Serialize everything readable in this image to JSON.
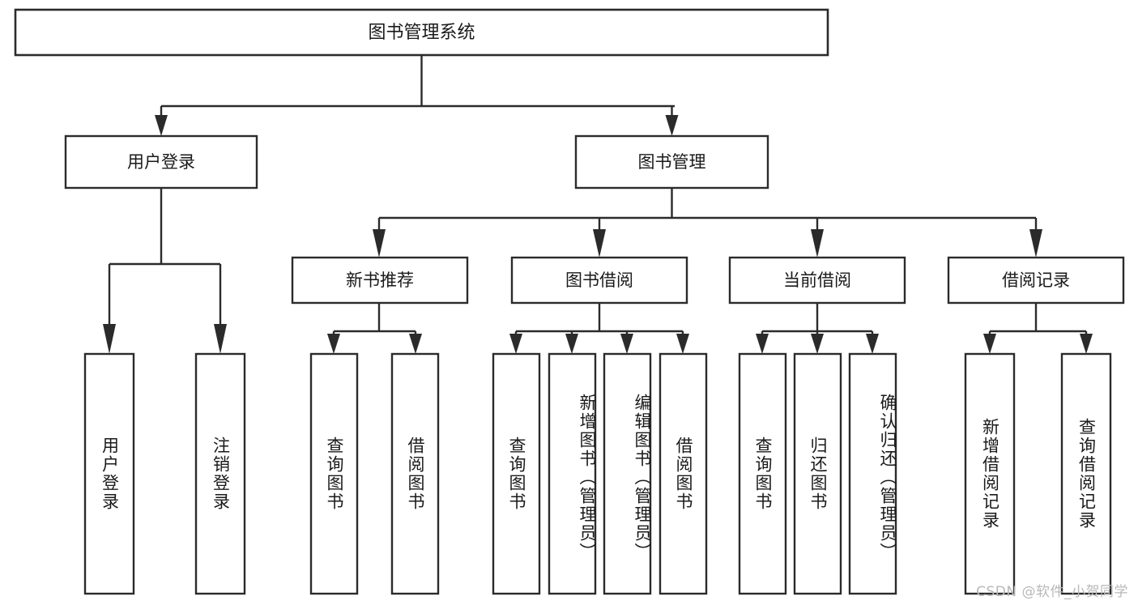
{
  "diagram": {
    "type": "tree-hierarchy-chart",
    "title": "图书管理系统",
    "orientation": "top-down",
    "colors": {
      "box_stroke": "#2b2b2b",
      "box_fill": "#ffffff",
      "text": "#1a1a1a",
      "connector": "#2b2b2b",
      "background": "#ffffff",
      "watermark": "#b8b8b8"
    },
    "root": {
      "label": "图书管理系统"
    },
    "level2": [
      {
        "label": "用户登录"
      },
      {
        "label": "图书管理"
      }
    ],
    "level3": [
      {
        "label": "新书推荐"
      },
      {
        "label": "图书借阅"
      },
      {
        "label": "当前借阅"
      },
      {
        "label": "借阅记录"
      }
    ],
    "leaves": [
      {
        "label": "用户登录",
        "parent": "用户登录"
      },
      {
        "label": "注销登录",
        "parent": "用户登录"
      },
      {
        "label": "查询图书",
        "parent": "新书推荐"
      },
      {
        "label": "借阅图书",
        "parent": "新书推荐"
      },
      {
        "label": "查询图书",
        "parent": "图书借阅"
      },
      {
        "label": "新增图书（管理员）",
        "parent": "图书借阅"
      },
      {
        "label": "编辑图书（管理员）",
        "parent": "图书借阅"
      },
      {
        "label": "借阅图书",
        "parent": "图书借阅"
      },
      {
        "label": "查询图书",
        "parent": "当前借阅"
      },
      {
        "label": "归还图书",
        "parent": "当前借阅"
      },
      {
        "label": "确认归还（管理员）",
        "parent": "当前借阅"
      },
      {
        "label": "新增借阅记录",
        "parent": "借阅记录"
      },
      {
        "label": "查询借阅记录",
        "parent": "借阅记录"
      }
    ],
    "watermark": "CSDN @软件_小贺同学"
  },
  "chart_data": {
    "type": "table",
    "title": "图书管理系统 功能结构图",
    "nodes": [
      {
        "id": "n0",
        "label": "图书管理系统",
        "level": 0,
        "parent": null
      },
      {
        "id": "n1",
        "label": "用户登录",
        "level": 1,
        "parent": "n0"
      },
      {
        "id": "n2",
        "label": "图书管理",
        "level": 1,
        "parent": "n0"
      },
      {
        "id": "n3",
        "label": "新书推荐",
        "level": 2,
        "parent": "n2"
      },
      {
        "id": "n4",
        "label": "图书借阅",
        "level": 2,
        "parent": "n2"
      },
      {
        "id": "n5",
        "label": "当前借阅",
        "level": 2,
        "parent": "n2"
      },
      {
        "id": "n6",
        "label": "借阅记录",
        "level": 2,
        "parent": "n2"
      },
      {
        "id": "n7",
        "label": "用户登录",
        "level": 2,
        "parent": "n1"
      },
      {
        "id": "n8",
        "label": "注销登录",
        "level": 2,
        "parent": "n1"
      },
      {
        "id": "n9",
        "label": "查询图书",
        "level": 3,
        "parent": "n3"
      },
      {
        "id": "n10",
        "label": "借阅图书",
        "level": 3,
        "parent": "n3"
      },
      {
        "id": "n11",
        "label": "查询图书",
        "level": 3,
        "parent": "n4"
      },
      {
        "id": "n12",
        "label": "新增图书（管理员）",
        "level": 3,
        "parent": "n4"
      },
      {
        "id": "n13",
        "label": "编辑图书（管理员）",
        "level": 3,
        "parent": "n4"
      },
      {
        "id": "n14",
        "label": "借阅图书",
        "level": 3,
        "parent": "n4"
      },
      {
        "id": "n15",
        "label": "查询图书",
        "level": 3,
        "parent": "n5"
      },
      {
        "id": "n16",
        "label": "归还图书",
        "level": 3,
        "parent": "n5"
      },
      {
        "id": "n17",
        "label": "确认归还（管理员）",
        "level": 3,
        "parent": "n5"
      },
      {
        "id": "n18",
        "label": "新增借阅记录",
        "level": 3,
        "parent": "n6"
      },
      {
        "id": "n19",
        "label": "查询借阅记录",
        "level": 3,
        "parent": "n6"
      }
    ]
  }
}
